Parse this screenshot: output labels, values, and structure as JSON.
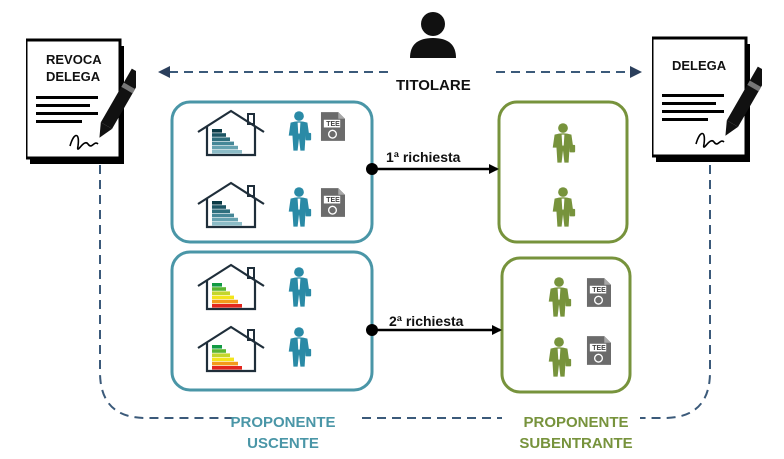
{
  "actors": {
    "titolare": {
      "label": "TITOLARE",
      "icon": "person-icon"
    }
  },
  "documents": {
    "revoca": {
      "label_line1": "REVOCA",
      "label_line2": "DELEGA",
      "icon": "document-with-pen-icon"
    },
    "delega": {
      "label": "DELEGA",
      "icon": "document-with-pen-icon"
    }
  },
  "groups": {
    "uscente": {
      "label_line1": "PROPONENTE",
      "label_line2": "USCENTE",
      "color": "#4a96a7"
    },
    "subentrante": {
      "label_line1": "PROPONENTE",
      "label_line2": "SUBENTRANTE",
      "color": "#77933c"
    }
  },
  "requests": {
    "first": {
      "label": "1ª richiesta"
    },
    "second": {
      "label": "2ª richiesta"
    }
  },
  "badges": {
    "tee": "TEE"
  },
  "colors": {
    "teal": "#4a96a7",
    "green": "#77933c",
    "dashed_line": "#3b5a7a",
    "arrow": "#000000"
  }
}
